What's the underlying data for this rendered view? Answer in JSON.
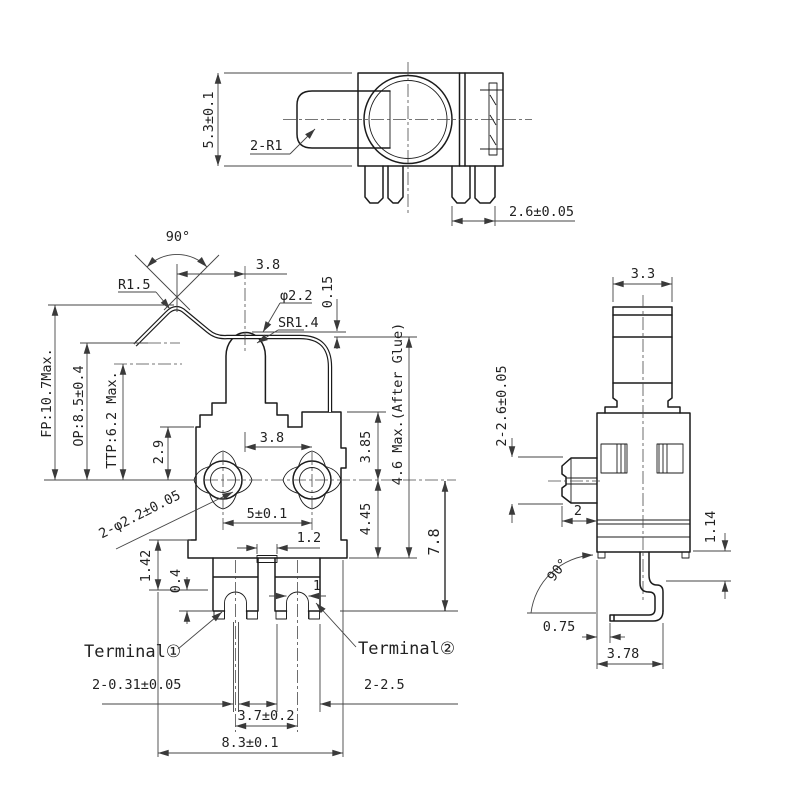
{
  "colors": {
    "line": "#1b1b1b",
    "dim": "#454545",
    "text": "#222222",
    "background": "#ffffff"
  },
  "top_view": {
    "body_height": "5.3±0.1",
    "plunger_corner_radius": "2-R1",
    "terminal_width": "2.6±0.05"
  },
  "front_view": {
    "lever_angle": "90°",
    "lever_bend_radius": "R1.5",
    "lever_bend_offset": "3.8",
    "plunger_tip_diameter": "φ2.2",
    "plunger_tip_radius": "SR1.4",
    "lever_tip_gap": "0.15",
    "free_position": "FP:10.7Max.",
    "operating_position": "OP:8.5±0.4",
    "total_travel_position": "TTP:6.2 Max.",
    "body_top_to_hole": "2.9",
    "hole_offset": "3.8",
    "hole_to_top": "3.85",
    "hole_pitch": "5±0.1",
    "hole_to_bottom": "4.45",
    "glue_width": "1.2",
    "lever_height_after_glue": "4.6 Max.(After Glue)",
    "hole_to_terminal_tip": "7.8",
    "hole_diameter": "2-φ2.2±0.05",
    "skirt_height": "1.42",
    "solder_band_height": "0.4",
    "slot_width": "1",
    "terminal1_label": "Terminal①",
    "terminal2_label": "Terminal②",
    "terminal_thickness": "2-0.31±0.05",
    "terminal_width": "2-2.5",
    "terminal_pitch": "3.7±0.2",
    "overall_width": "8.3±0.1"
  },
  "side_view": {
    "plunger_width": "3.3",
    "side_terminal_height": "2-2.6±0.05",
    "side_terminal_depth": "2",
    "bend_drop": "1.14",
    "bend_angle": "90°",
    "foot_inset": "0.75",
    "foot_length": "3.78"
  }
}
